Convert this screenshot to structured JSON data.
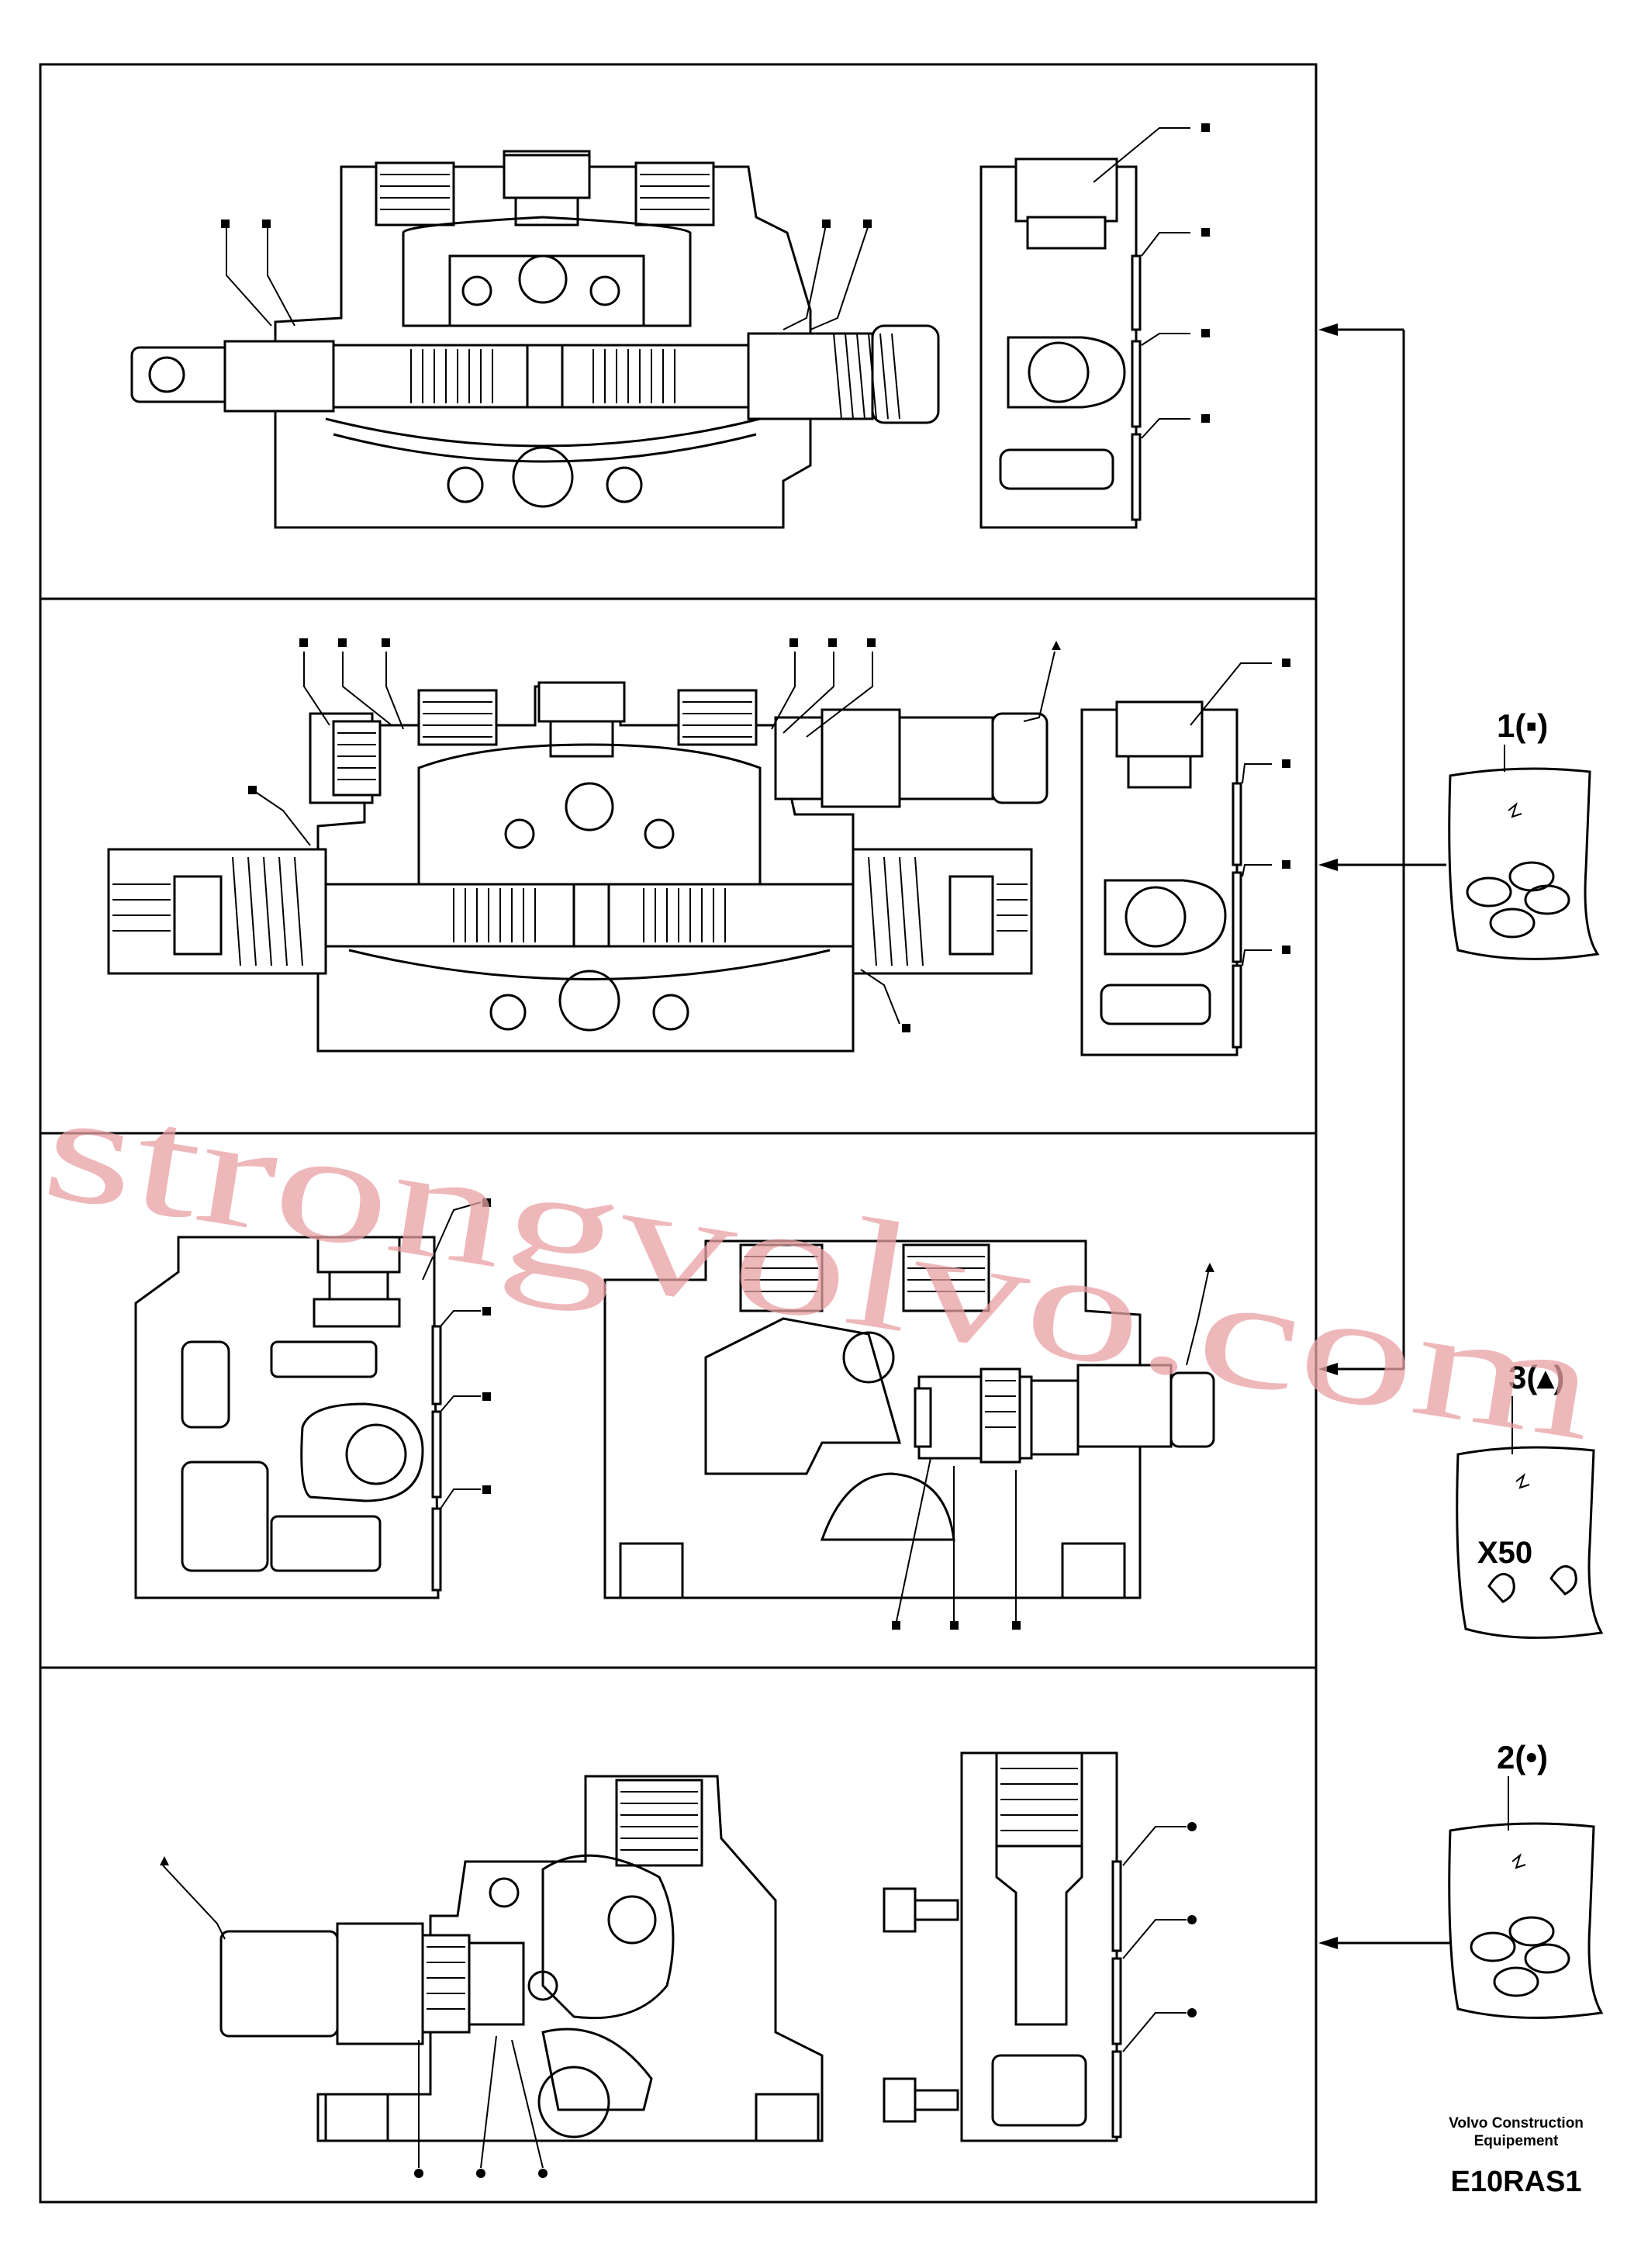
{
  "kits": [
    {
      "id": "kit-1",
      "label": "1(▪)"
    },
    {
      "id": "kit-3",
      "label": "3(▴)",
      "qty": "X50"
    },
    {
      "id": "kit-2",
      "label": "2(•)"
    }
  ],
  "footer": {
    "brand_line1": "Volvo Construction",
    "brand_line2": "Equipement",
    "code": "E10RAS1"
  },
  "watermark": "strongvolvo.com",
  "colors": {
    "line": "#000000",
    "watermark": "#e8a0a4",
    "background": "#ffffff"
  }
}
